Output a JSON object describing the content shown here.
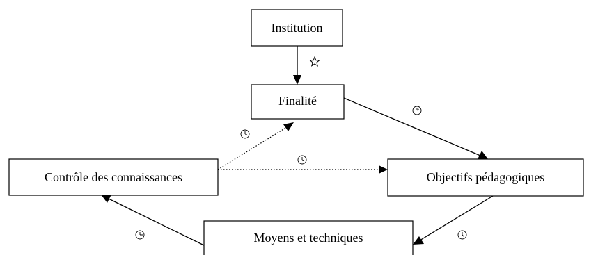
{
  "diagram": {
    "nodes": {
      "institution": {
        "label": "Institution"
      },
      "finalite": {
        "label": "Finalité"
      },
      "objectifs": {
        "label": "Objectifs pédagogiques"
      },
      "moyens": {
        "label": "Moyens et techniques"
      },
      "controle": {
        "label": "Contrôle des connaissances"
      }
    },
    "edges": [
      {
        "from": "Institution",
        "to": "Finalité",
        "style": "solid",
        "marker": "star-icon"
      },
      {
        "from": "Finalité",
        "to": "Objectifs pédagogiques",
        "style": "solid",
        "marker": "clock-icon"
      },
      {
        "from": "Objectifs pédagogiques",
        "to": "Moyens et techniques",
        "style": "solid",
        "marker": "clock-icon"
      },
      {
        "from": "Moyens et techniques",
        "to": "Contrôle des connaissances",
        "style": "solid",
        "marker": "clock-icon"
      },
      {
        "from": "Contrôle des connaissances",
        "to": "Finalité",
        "style": "dotted",
        "marker": "clock-icon"
      },
      {
        "from": "Contrôle des connaissances",
        "to": "Objectifs pédagogiques",
        "style": "dotted",
        "marker": "clock-icon"
      }
    ],
    "colors": {
      "stroke": "#000000",
      "background": "#ffffff"
    }
  }
}
